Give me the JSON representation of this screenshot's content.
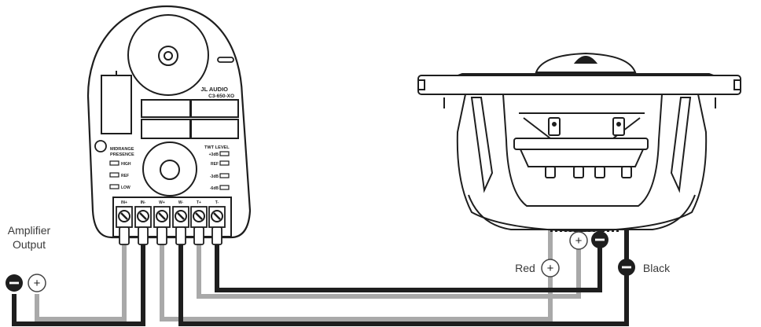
{
  "labels": {
    "amplifier_line1": "Amplifier",
    "amplifier_line2": "Output",
    "red": "Red",
    "black": "Black"
  },
  "crossover": {
    "brand": "JL AUDIO",
    "model": "C3-650-XO",
    "midrange_line1": "MIDRANGE",
    "midrange_line2": "PRESENCE",
    "mid_options": [
      "HIGH",
      "REF",
      "LOW"
    ],
    "twt_title": "TWT LEVEL",
    "twt_options": [
      "+3dB",
      "REF",
      "-3dB",
      "-6dB"
    ],
    "terminals": [
      "IN+",
      "IN-",
      "W+",
      "W-",
      "T+",
      "T-"
    ]
  },
  "polarity": {
    "plus": "+",
    "minus": "−"
  },
  "colors": {
    "red_wire": "#a9a9a9",
    "black_wire": "#1e1e1e",
    "outline": "#1e1e1e"
  }
}
